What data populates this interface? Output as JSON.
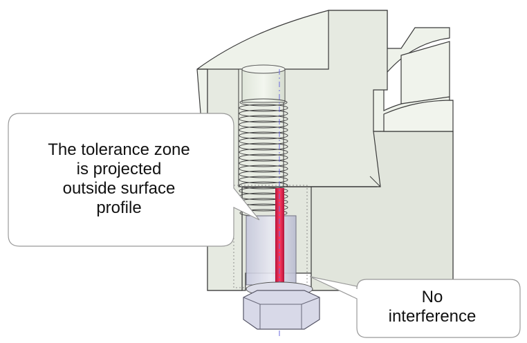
{
  "callouts": {
    "projected_zone": {
      "lines": [
        "The tolerance zone",
        "is projected",
        "outside surface",
        "profile"
      ]
    },
    "no_interference": {
      "lines": [
        "No",
        "interference"
      ]
    }
  },
  "colors": {
    "part_face": "#e4e8df",
    "part_top": "#eef2ea",
    "part_edge": "#3a3a3a",
    "bolt_glass": "#d4d6e6",
    "bolt_edge": "#555566",
    "tolerance_zone": "#e8254a",
    "callout_fill": "#ffffff",
    "callout_stroke": "#999999",
    "centerline": "#6a6adf"
  },
  "icons": {
    "bolt": "hex-bolt-icon",
    "part": "housing-cross-section-icon"
  }
}
